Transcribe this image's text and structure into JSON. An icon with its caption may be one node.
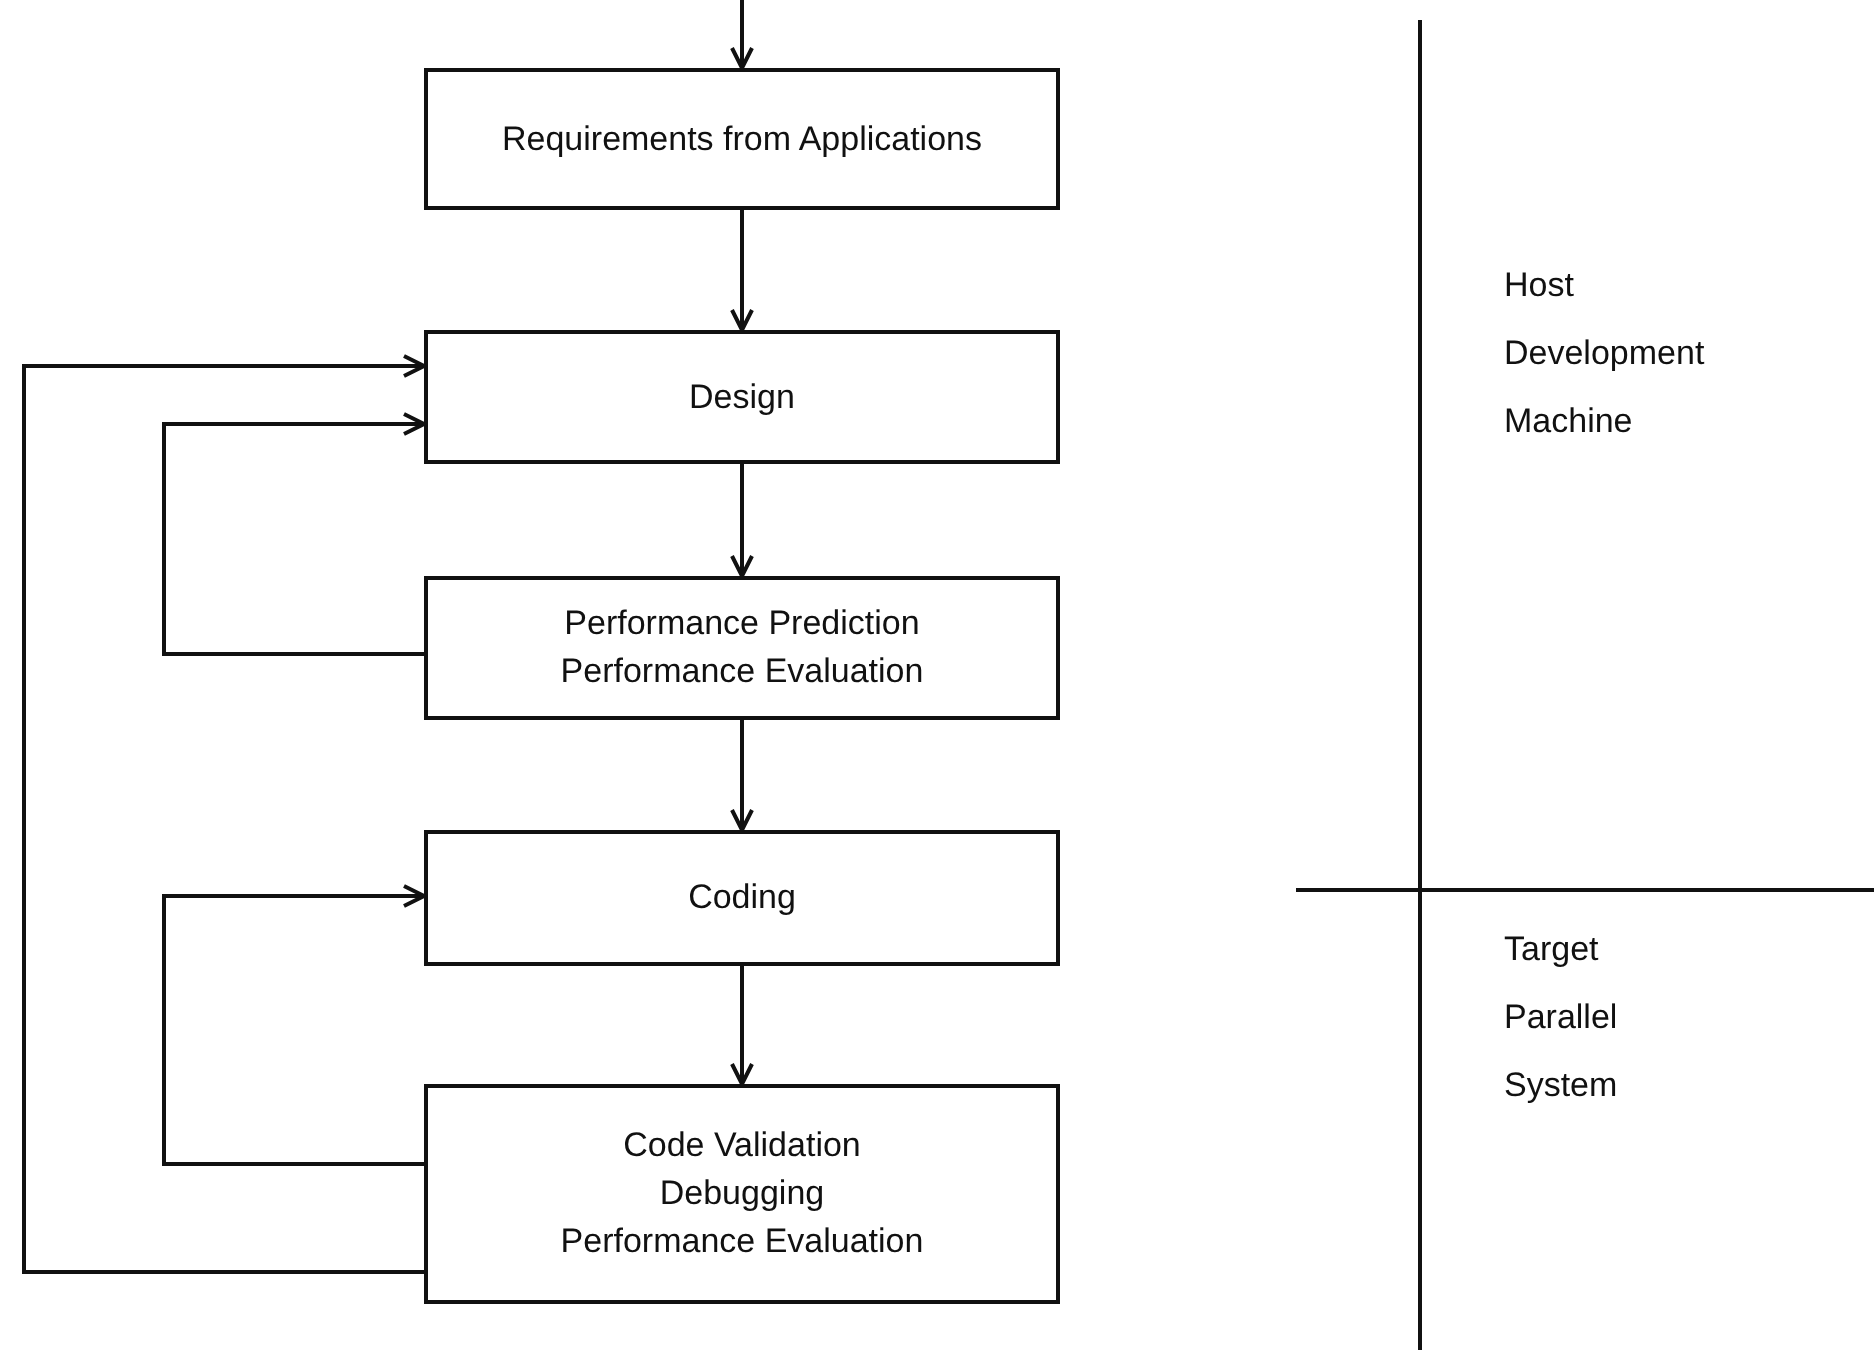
{
  "diagram": {
    "nodes": [
      {
        "text": [
          "Requirements from Applications"
        ]
      },
      {
        "text": [
          "Design"
        ]
      },
      {
        "text": [
          "Performance Prediction",
          "Performance Evaluation"
        ]
      },
      {
        "text": [
          "Coding"
        ]
      },
      {
        "text": [
          "Code Validation",
          "Debugging",
          "Performance Evaluation"
        ]
      }
    ],
    "edges": [
      {
        "from": null,
        "to": 0,
        "arrow": "to"
      },
      {
        "from": 0,
        "to": 1,
        "arrow": "to"
      },
      {
        "from": 1,
        "to": 2,
        "arrow": "to"
      },
      {
        "from": 2,
        "to": 3,
        "arrow": "to"
      },
      {
        "from": 3,
        "to": 4,
        "arrow": "to"
      },
      {
        "from": 2,
        "to": 1,
        "arrow": "to"
      },
      {
        "from": 4,
        "to": 3,
        "arrow": "to"
      },
      {
        "from": 4,
        "to": 1,
        "arrow": "to"
      }
    ],
    "labels": [
      "Host Development Machine",
      "Target Parallel System"
    ]
  }
}
